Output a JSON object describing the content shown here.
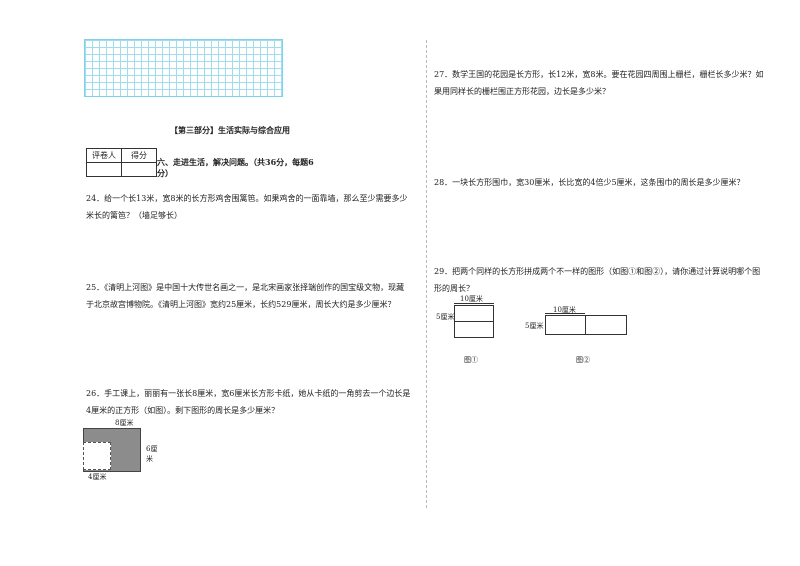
{
  "section": {
    "title": "【第三部分】生活实际与综合应用"
  },
  "score_table": {
    "reviewer": "评卷人",
    "score": "得分"
  },
  "part": {
    "heading": "六、走进生活，解决问题。（共36分，每题6分）"
  },
  "questions": {
    "q24": "24．给一个长13米，宽8米的长方形鸡舍围篱笆。如果鸡舍的一面靠墙，那么至少需要多少米长的篱笆？（墙足够长）",
    "q25": "25．《清明上河图》是中国十大传世名画之一，是北宋画家张择端创作的国宝级文物，现藏于北京故宫博物院。《清明上河图》宽约25厘米，长约529厘米，周长大约是多少厘米？",
    "q26": "26．手工课上，丽丽有一张长8厘米，宽6厘米长方形卡纸，她从卡纸的一角剪去一个边长是4厘米的正方形（如图）。剩下图形的周长是多少厘米？",
    "q27": "27．数学王国的花园是长方形，长12米，宽8米。要在花园四周围上栅栏，栅栏长多少米？如果用同样长的栅栏围正方形花园，边长是多少米？",
    "q28": "28．一块长方形围巾，宽30厘米，长比宽的4倍少5厘米，这条围巾的周长是多少厘米？",
    "q29": "29．把两个同样的长方形拼成两个不一样的图形（如图①和图②），请你通过计算说明哪个图形的周长？"
  },
  "fig26": {
    "top": "8厘米",
    "right": "6厘米",
    "bottom": "4厘米"
  },
  "fig29": {
    "a_top": "10厘米",
    "a_left": "5厘米",
    "a_caption": "图①",
    "b_top": "10厘米",
    "b_left": "5厘米",
    "b_caption": "图②"
  }
}
